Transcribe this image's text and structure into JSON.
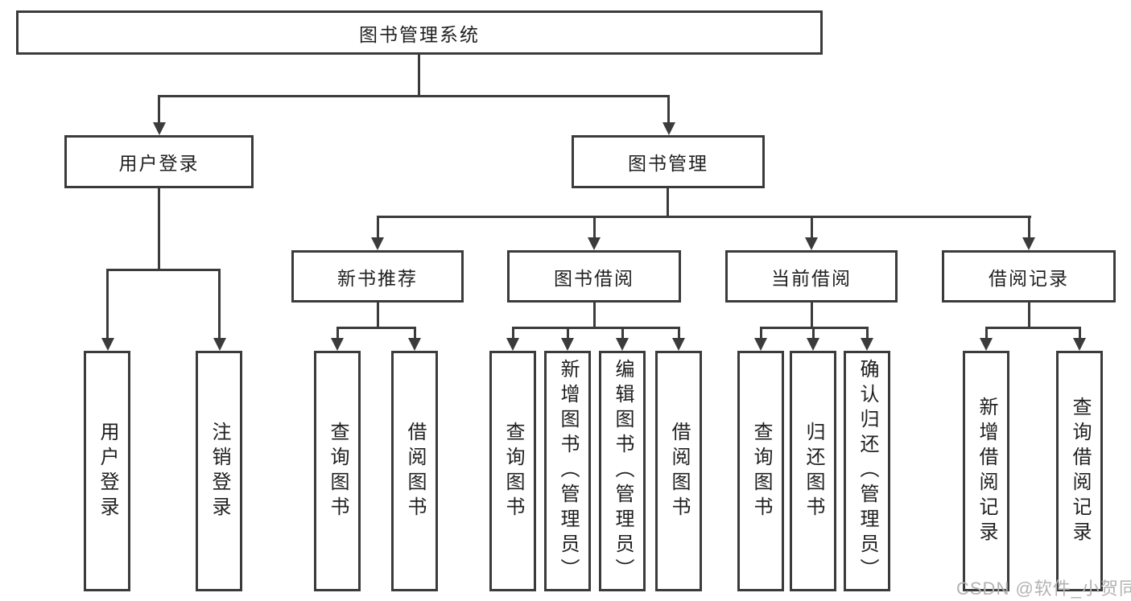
{
  "diagram": {
    "type": "tree",
    "root": {
      "label": "图书管理系统"
    },
    "branches": [
      {
        "label": "用户登录",
        "children": [
          "用户登录",
          "注销登录"
        ]
      },
      {
        "label": "图书管理",
        "categories": [
          {
            "label": "新书推荐",
            "children": [
              "查询图书",
              "借阅图书"
            ]
          },
          {
            "label": "图书借阅",
            "children": [
              "查询图书",
              "新增图书（管理员）",
              "编辑图书（管理员）",
              "借阅图书"
            ]
          },
          {
            "label": "当前借阅",
            "children": [
              "查询图书",
              "归还图书",
              "确认归还（管理员）"
            ]
          },
          {
            "label": "借阅记录",
            "children": [
              "新增借阅记录",
              "查询借阅记录"
            ]
          }
        ]
      }
    ],
    "colors": {
      "line": "#3b3b3b",
      "text": "#1f1f1f",
      "box_background": "#ffffff",
      "page_background": "#ffffff"
    }
  },
  "watermark": {
    "text": "CSDN @软件_小贺同学",
    "color": "#b3b3b3"
  }
}
